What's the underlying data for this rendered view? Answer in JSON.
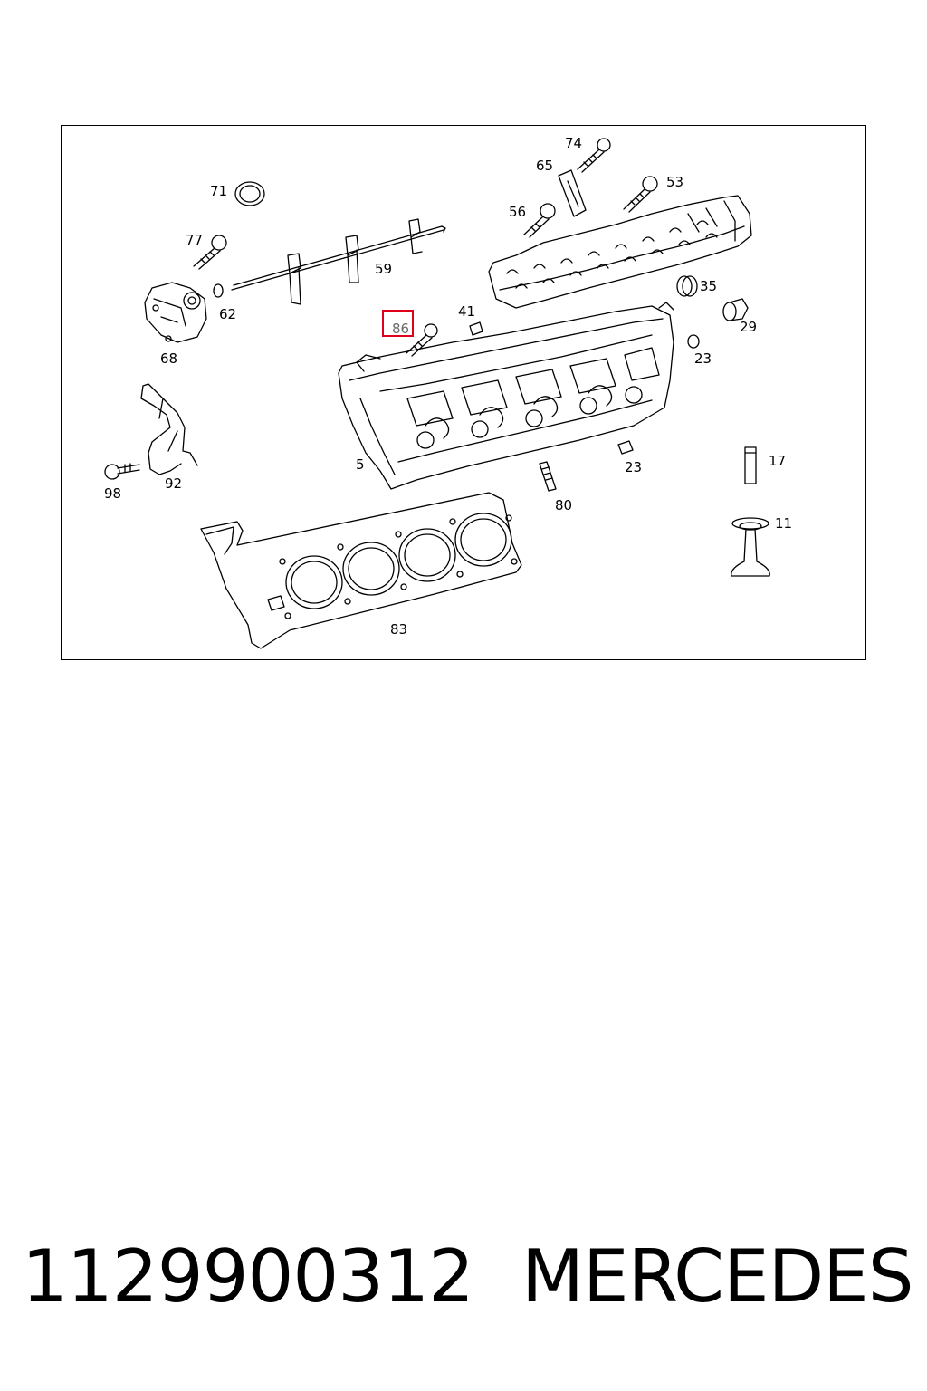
{
  "diagram": {
    "highlighted_part": "86",
    "callouts": [
      {
        "id": "c74",
        "text": "74"
      },
      {
        "id": "c65",
        "text": "65"
      },
      {
        "id": "c53",
        "text": "53"
      },
      {
        "id": "c71",
        "text": "71"
      },
      {
        "id": "c56",
        "text": "56"
      },
      {
        "id": "c77",
        "text": "77"
      },
      {
        "id": "c59",
        "text": "59"
      },
      {
        "id": "c35",
        "text": "35"
      },
      {
        "id": "c62",
        "text": "62"
      },
      {
        "id": "c41",
        "text": "41"
      },
      {
        "id": "c86",
        "text": "86"
      },
      {
        "id": "c29",
        "text": "29"
      },
      {
        "id": "c68",
        "text": "68"
      },
      {
        "id": "c23a",
        "text": "23"
      },
      {
        "id": "c5",
        "text": "5"
      },
      {
        "id": "c17",
        "text": "17"
      },
      {
        "id": "c92",
        "text": "92"
      },
      {
        "id": "c98",
        "text": "98"
      },
      {
        "id": "c23b",
        "text": "23"
      },
      {
        "id": "c80",
        "text": "80"
      },
      {
        "id": "c11",
        "text": "11"
      },
      {
        "id": "c83",
        "text": "83"
      }
    ]
  },
  "footer": {
    "part_number": "1129900312",
    "brand": "MERCEDES"
  }
}
